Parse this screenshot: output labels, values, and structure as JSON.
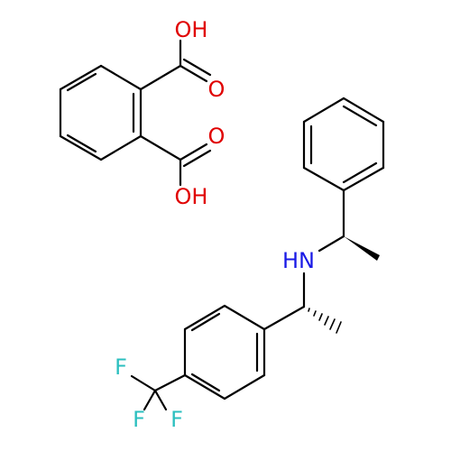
{
  "colors": {
    "carbon": "#000000",
    "oxygen": "#e00000",
    "nitrogen": "#1a1ae6",
    "fluorine": "#2bbfbf",
    "background": "#ffffff"
  },
  "atoms": {
    "oh_top": "OH",
    "o_top": "O",
    "o_bottom": "O",
    "oh_bottom": "OH",
    "amine": "HN",
    "f_left": "F",
    "f_middle": "F",
    "f_right": "F"
  }
}
